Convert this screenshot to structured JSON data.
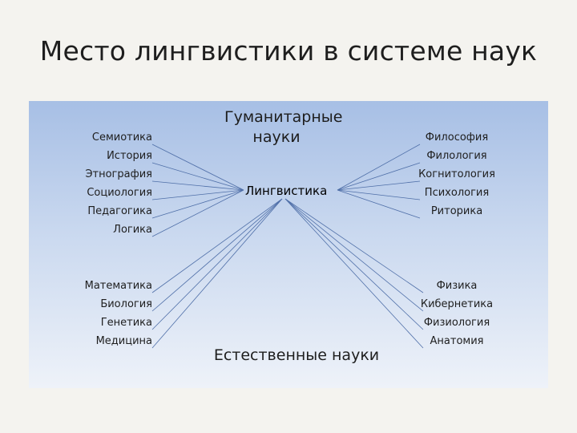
{
  "title": "Место лингвистики в системе наук",
  "center": "Лингвистика",
  "humanities_title": "Гуманитарные науки",
  "natural_title": "Естественные науки",
  "top_left": [
    "Семиотика",
    "История",
    "Этнография",
    "Социология",
    "Педагогика",
    "Логика"
  ],
  "top_right": [
    "Философия",
    "Филология",
    "Когнитология",
    "Психология",
    "Риторика"
  ],
  "bottom_left": [
    "Математика",
    "Биология",
    "Генетика",
    "Медицина"
  ],
  "bottom_right": [
    "Физика",
    "Кибернетика",
    "Физиология",
    "Анатомия"
  ],
  "colors": {
    "line": "#4f6fa8",
    "bg_top": "#a7bfe5",
    "bg_bottom": "#eef2f9"
  }
}
